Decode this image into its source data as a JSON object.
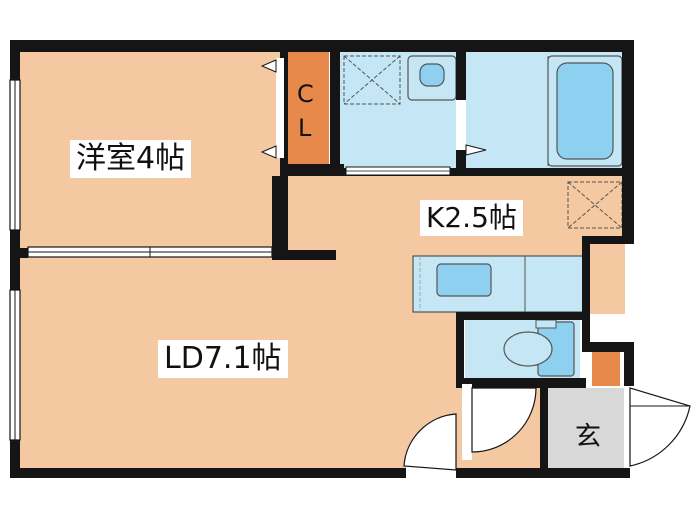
{
  "rooms": {
    "western_room": "洋室4帖",
    "ld": "LD7.1帖",
    "kitchen": "K2.5帖",
    "entrance": "玄",
    "closet": {
      "c": "C",
      "l": "L"
    }
  },
  "colors": {
    "floor": "#f4c8a0",
    "wet_area": "#c4e6f5",
    "fixture": "#8ed0ef",
    "closet": "#e8894c",
    "entrance_tile": "#d8d8d8",
    "wall": "#151515",
    "stripe": "#c9c9c9"
  }
}
